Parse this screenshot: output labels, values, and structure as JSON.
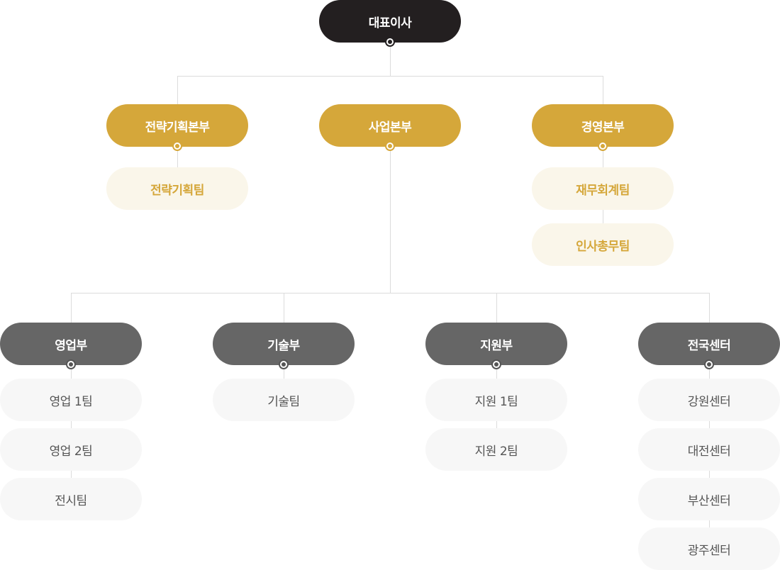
{
  "ceo": {
    "label": "대표이사"
  },
  "divisions": [
    {
      "label": "전략기획본부",
      "teams": [
        "전략기획팀"
      ]
    },
    {
      "label": "사업본부",
      "teams": []
    },
    {
      "label": "경영본부",
      "teams": [
        "재무회계팀",
        "인사총무팀"
      ]
    }
  ],
  "departments": [
    {
      "label": "영업부",
      "teams": [
        "영업 1팀",
        "영업 2팀",
        "전시팀"
      ]
    },
    {
      "label": "기술부",
      "teams": [
        "기술팀"
      ]
    },
    {
      "label": "지원부",
      "teams": [
        "지원 1팀",
        "지원 2팀"
      ]
    },
    {
      "label": "전국센터",
      "teams": [
        "강원센터",
        "대전센터",
        "부산센터",
        "광주센터"
      ]
    }
  ],
  "colors": {
    "ceo": "#231f20",
    "division": "#d5a73a",
    "division_team_bg": "#faf6ea",
    "department": "#666666",
    "department_team_bg": "#f7f7f7"
  }
}
